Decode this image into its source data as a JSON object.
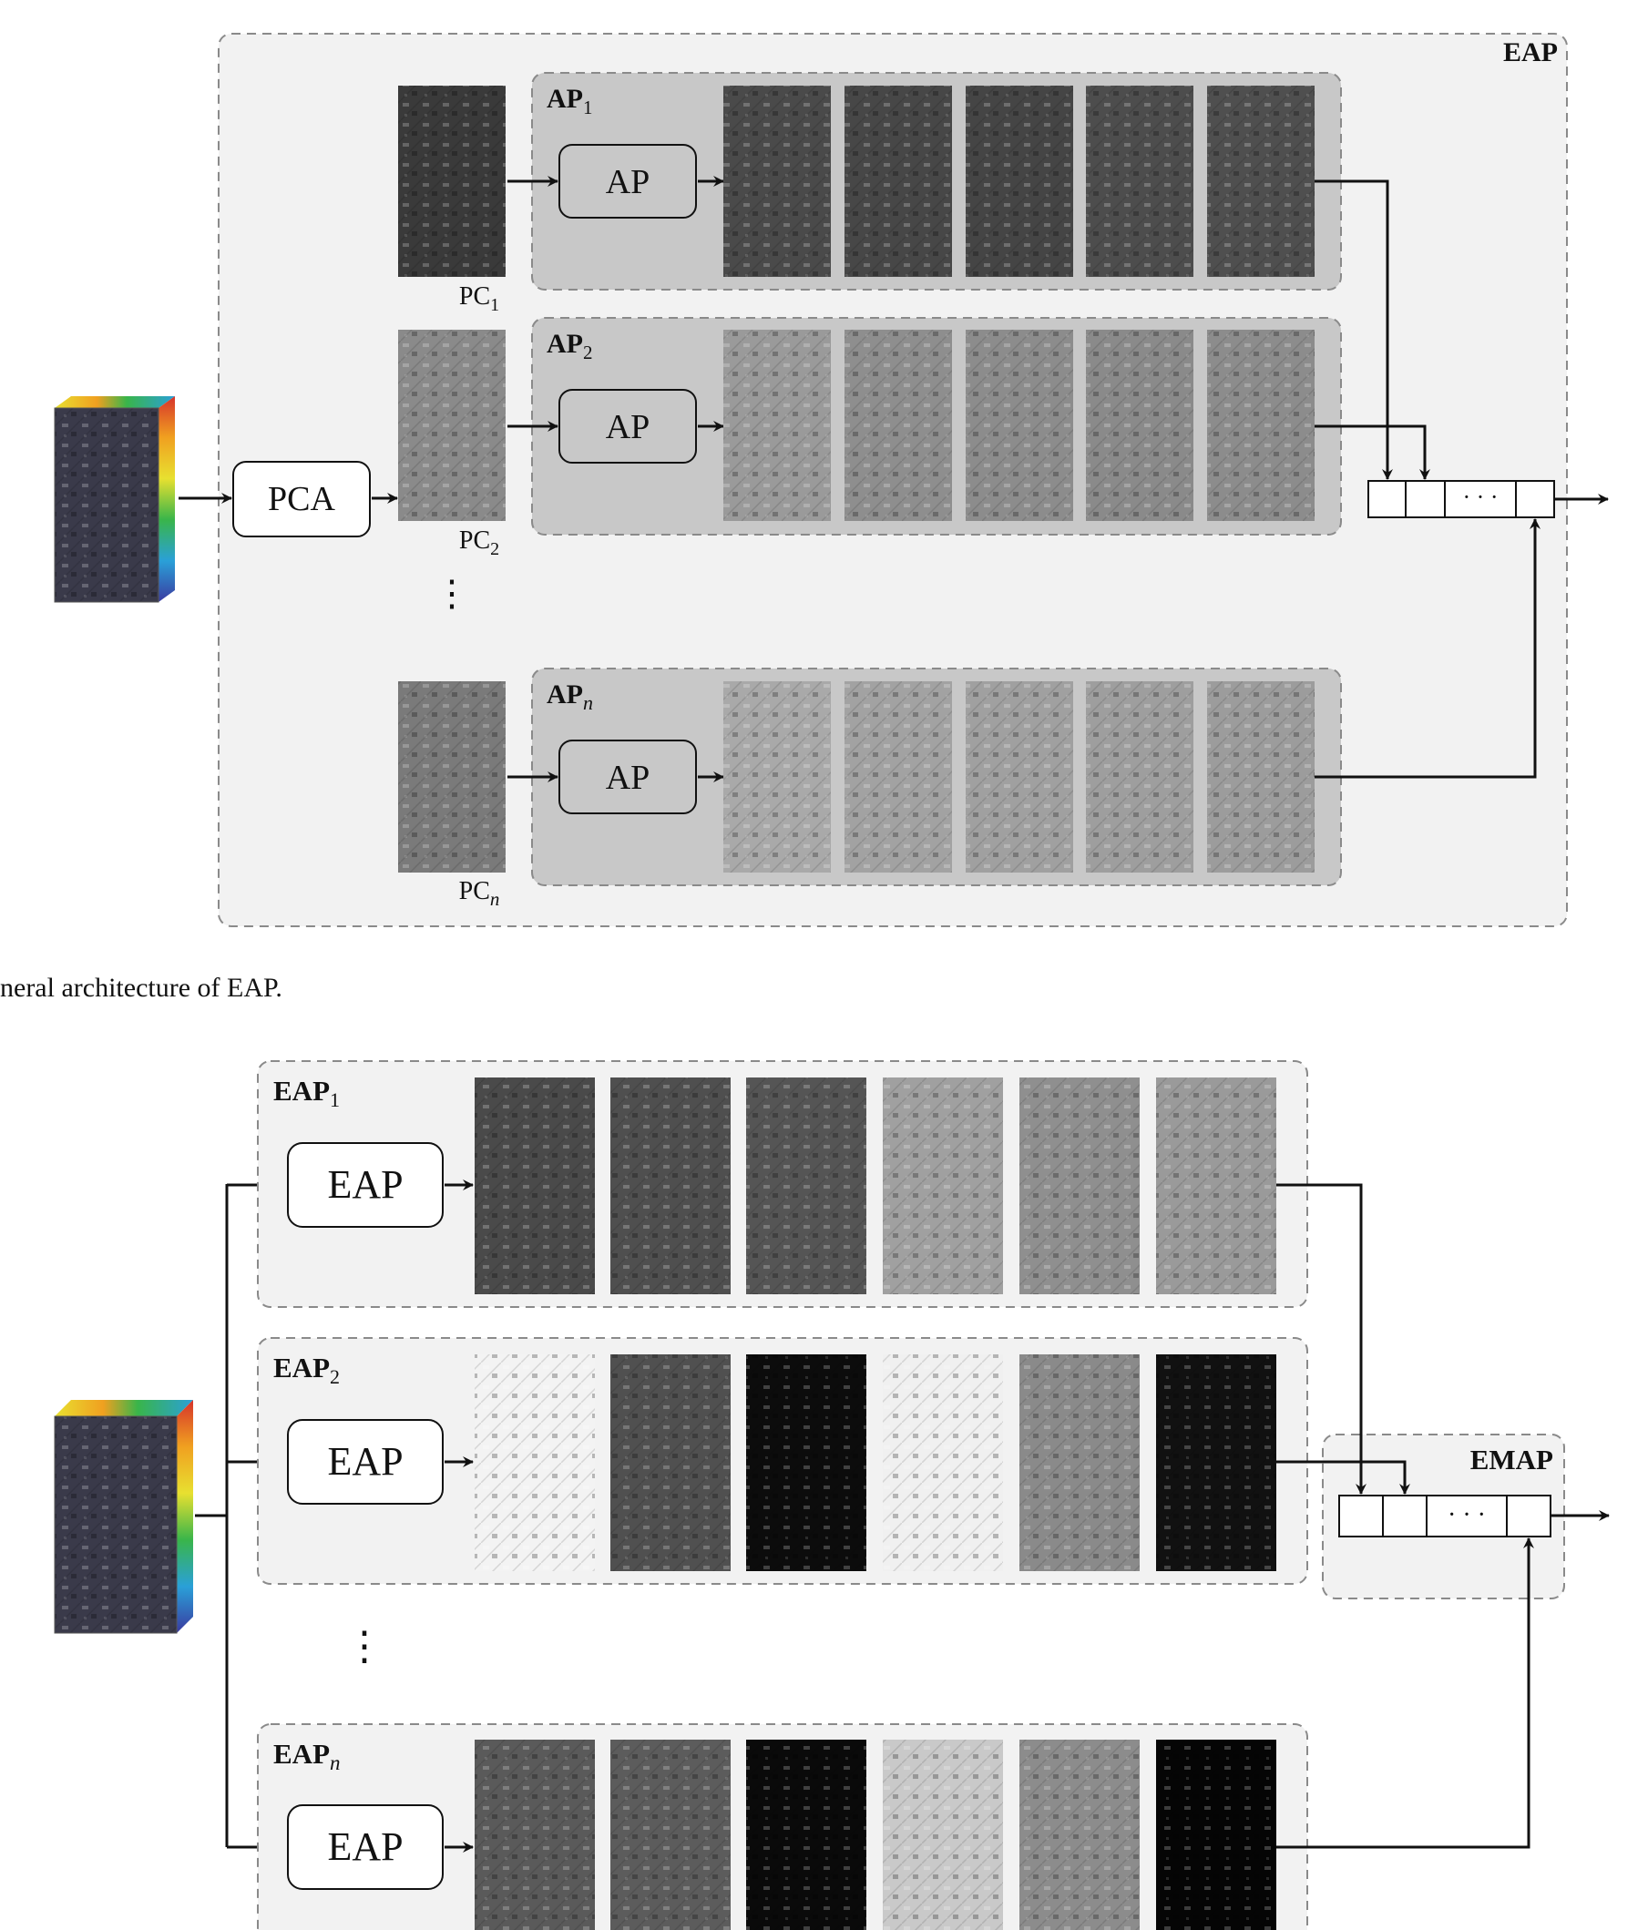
{
  "figure_top": {
    "group_label": "EAP",
    "pca_label": "PCA",
    "ap_label": "AP",
    "rows": [
      {
        "title_main": "AP",
        "title_sub": "1",
        "pc_main": "PC",
        "pc_sub": "1"
      },
      {
        "title_main": "AP",
        "title_sub": "2",
        "pc_main": "PC",
        "pc_sub": "2"
      },
      {
        "title_main": "AP",
        "title_sub": "n",
        "pc_main": "PC",
        "pc_sub": "n"
      }
    ],
    "vector_dots": "· · ·",
    "vertical_dots": "⋮",
    "caption": "neral architecture of EAP."
  },
  "figure_bottom": {
    "eap_label": "EAP",
    "emap_label": "EMAP",
    "rows": [
      {
        "title_main": "EAP",
        "title_sub": "1"
      },
      {
        "title_main": "EAP",
        "title_sub": "2"
      },
      {
        "title_main": "EAP",
        "title_sub": "n"
      }
    ],
    "vector_dots": "· · ·",
    "vertical_dots": "⋮"
  },
  "colors": {
    "outer_panel": "#f2f2f2",
    "ap_panel": "#c8c8c8",
    "dash": "#8a8a8a",
    "ink": "#111111"
  },
  "thumbnail_tones": {
    "top_rows": [
      [
        "#3a3a3a",
        "#4a4a4a",
        "#474747",
        "#454545",
        "#4d4d4d",
        "#4f4f4f"
      ],
      [
        "#8a8a8a",
        "#9a9a9a",
        "#8e8e8e",
        "#8c8c8c",
        "#8a8a8a",
        "#8c8c8c"
      ],
      [
        "#7a7a7a",
        "#a9a9a9",
        "#a2a2a2",
        "#a0a0a0",
        "#9e9e9e",
        "#9c9c9c"
      ]
    ],
    "bottom_rows": [
      [
        "#4a4a4a",
        "#4f4f4f",
        "#555555",
        "#a0a0a0",
        "#8f8f8f",
        "#9a9a9a"
      ],
      [
        "#f3f3f3",
        "#505050",
        "#0c0c0c",
        "#f0f0f0",
        "#8a8a8a",
        "#111111"
      ],
      [
        "#5a5a5a",
        "#5c5c5c",
        "#0a0a0a",
        "#c9c9c9",
        "#8c8c8c",
        "#050505"
      ]
    ]
  }
}
